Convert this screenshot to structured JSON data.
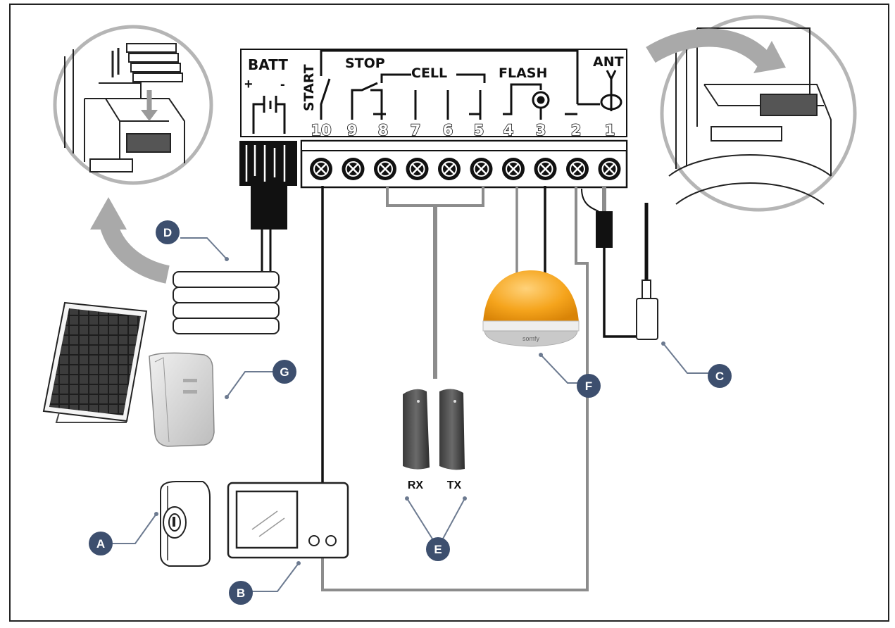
{
  "terminal_block": {
    "labels": {
      "batt": "BATT",
      "start": "START",
      "stop": "STOP",
      "cell": "CELL",
      "flash": "FLASH",
      "ant": "ANT"
    },
    "terminal_numbers": [
      "10",
      "9",
      "8",
      "7",
      "6",
      "5",
      "4",
      "3",
      "2",
      "1"
    ]
  },
  "devices": {
    "photocell_rx_label": "RX",
    "photocell_tx_label": "TX",
    "flash_brand": "somfy"
  },
  "callouts": {
    "a": "A",
    "b": "B",
    "c": "C",
    "d": "D",
    "e": "E",
    "f": "F",
    "g": "G"
  },
  "colors": {
    "callout_badge": "#3d4f6e",
    "flash_dome": "#f5a41c",
    "wire_dark": "#111111",
    "wire_grey": "#8c8c8c",
    "arrow_grey": "#a9a9a9"
  }
}
